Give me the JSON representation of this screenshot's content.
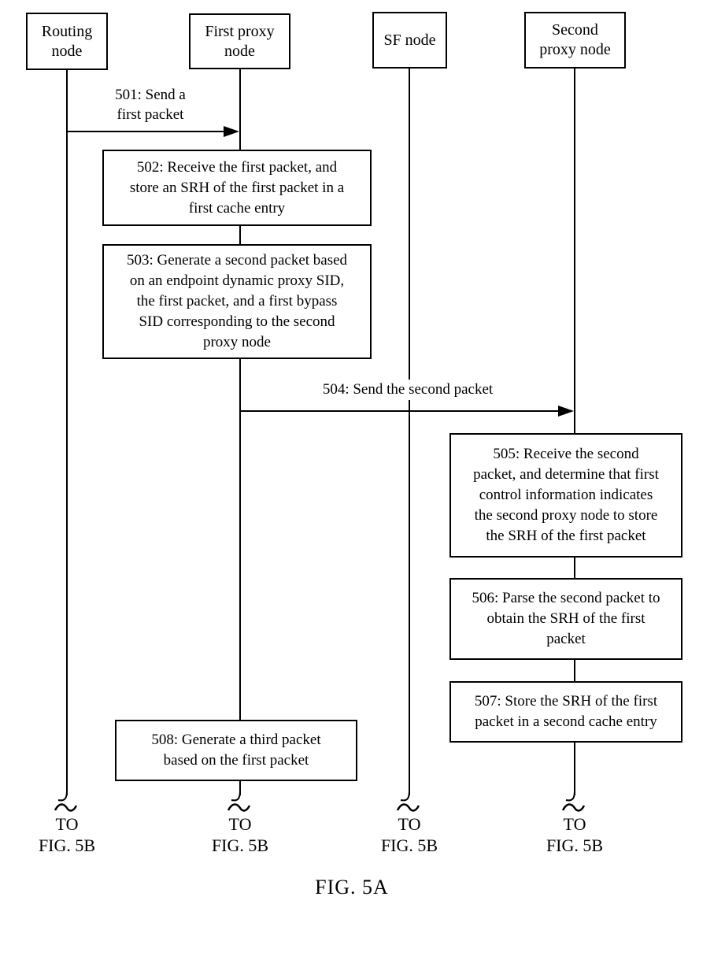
{
  "figure": {
    "caption": "FIG. 5A",
    "colors": {
      "ink": "#000000",
      "paper": "#ffffff"
    },
    "actors": [
      {
        "label": "Routing\nnode"
      },
      {
        "label": "First proxy\nnode"
      },
      {
        "label": "SF node"
      },
      {
        "label": "Second\nproxy node"
      }
    ],
    "messages": [
      {
        "label": "501: Send a\nfirst packet"
      },
      {
        "label": "504: Send the second packet"
      }
    ],
    "steps": [
      {
        "label": "502: Receive the first packet, and\nstore an SRH of the first packet in a\nfirst cache entry"
      },
      {
        "label": "503: Generate a second packet based\non an endpoint dynamic proxy SID,\nthe first packet, and a first bypass\nSID corresponding to the second\nproxy node"
      },
      {
        "label": "505: Receive the second\npacket, and determine that first\ncontrol information indicates\nthe second proxy node to store\nthe SRH of the first packet"
      },
      {
        "label": "506: Parse the second packet to\nobtain the SRH of the first\npacket"
      },
      {
        "label": "507: Store the SRH of the first\npacket in a second cache entry"
      },
      {
        "label": "508: Generate a third packet\nbased on the first packet"
      }
    ],
    "continuations": [
      {
        "label": "TO\nFIG. 5B"
      },
      {
        "label": "TO\nFIG. 5B"
      },
      {
        "label": "TO\nFIG. 5B"
      },
      {
        "label": "TO\nFIG. 5B"
      }
    ]
  }
}
